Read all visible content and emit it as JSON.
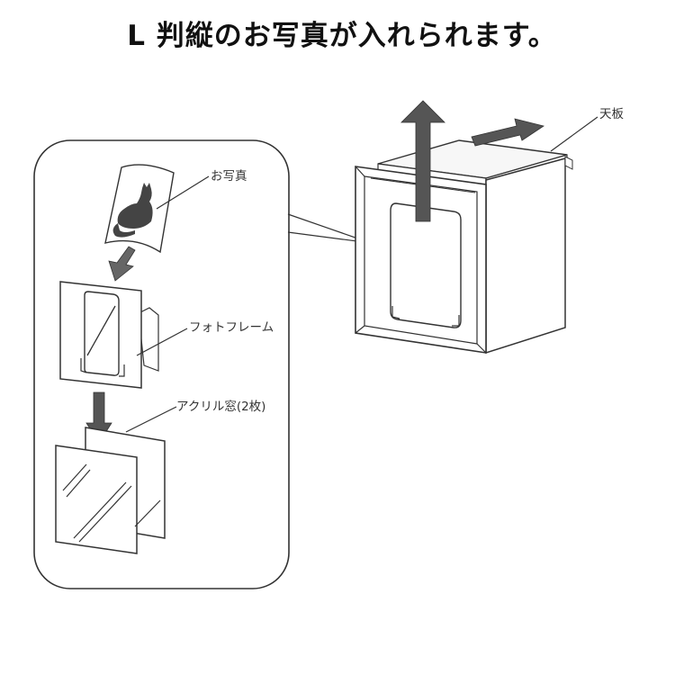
{
  "title": "L 判縦のお写真が入れられます。",
  "labels": {
    "photo": "お写真",
    "photo_frame": "フォトフレーム",
    "acrylic_window": "アクリル窓(2枚)",
    "top_board": "天板"
  },
  "colors": {
    "line": "#333333",
    "arrow": "#555555",
    "fill_light": "#f7f7f7",
    "background": "#ffffff"
  }
}
